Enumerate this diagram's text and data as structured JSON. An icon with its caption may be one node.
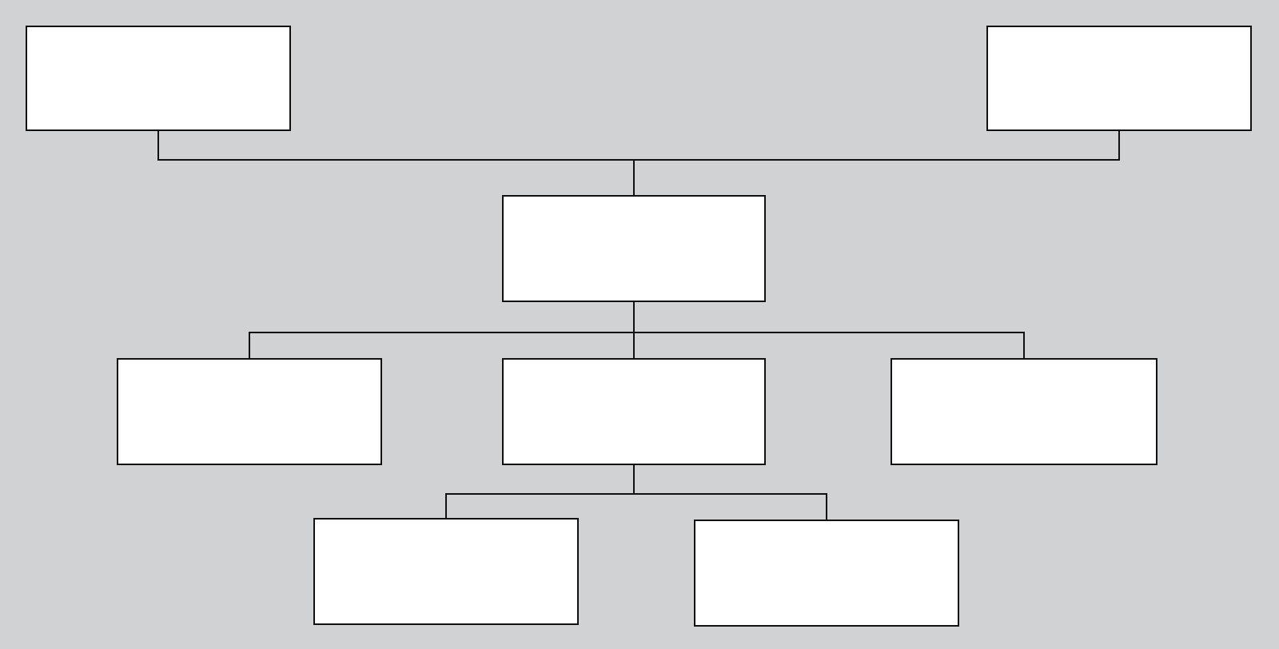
{
  "diagram": {
    "nodes": [
      {
        "text": [],
        "shape": "box"
      },
      {
        "text": [],
        "shape": "box"
      },
      {
        "text": [],
        "shape": "box"
      },
      {
        "text": [],
        "shape": "box"
      },
      {
        "text": [],
        "shape": "box"
      },
      {
        "text": [],
        "shape": "box"
      },
      {
        "text": [],
        "shape": "box"
      },
      {
        "text": [],
        "shape": "box"
      }
    ],
    "edges": [
      {
        "from": 0,
        "to": 2,
        "arrow": "none"
      },
      {
        "from": 1,
        "to": 2,
        "arrow": "none"
      },
      {
        "from": 2,
        "to": 3,
        "arrow": "none"
      },
      {
        "from": 2,
        "to": 4,
        "arrow": "none"
      },
      {
        "from": 2,
        "to": 5,
        "arrow": "none"
      },
      {
        "from": 4,
        "to": 6,
        "arrow": "none"
      },
      {
        "from": 4,
        "to": 7,
        "arrow": "none"
      }
    ]
  }
}
